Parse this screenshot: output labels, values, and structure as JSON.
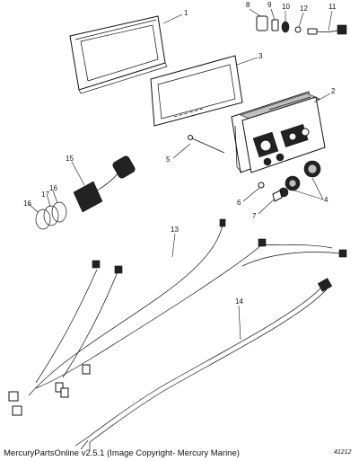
{
  "figure": {
    "copyright": "MercuryPartsOnline v2.5.1 (Image Copyright- Mercury Marine)",
    "figure_number": "41212"
  },
  "callouts": [
    "1",
    "2",
    "3",
    "4",
    "5",
    "6",
    "7",
    "8",
    "9",
    "10",
    "11",
    "12",
    "13",
    "14",
    "15",
    "16",
    "17",
    "16"
  ]
}
